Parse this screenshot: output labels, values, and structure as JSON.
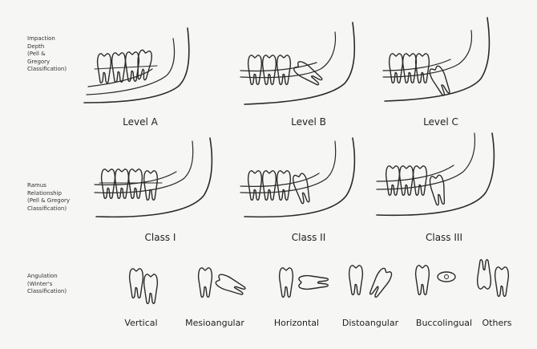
{
  "rows": {
    "impaction": {
      "label_lines": [
        "Impaction",
        "Depth",
        "(Pell &",
        "Gregory",
        "Classification)"
      ]
    },
    "ramus": {
      "label_lines": [
        "Ramus",
        "Relationship",
        "(Pell & Gregory",
        "Classification)"
      ]
    },
    "angulation": {
      "label_lines": [
        "Angulation",
        "(Winter's",
        "Classification)"
      ]
    }
  },
  "captions": {
    "level_a": "Level A",
    "level_b": "Level B",
    "level_c": "Level C",
    "class_1": "Class I",
    "class_2": "Class II",
    "class_3": "Class III",
    "vertical": "Vertical",
    "mesioangular": "Mesioangular",
    "horizontal": "Horizontal",
    "distoangular": "Distoangular",
    "buccolingual": "Buccolingual",
    "others": "Others"
  }
}
